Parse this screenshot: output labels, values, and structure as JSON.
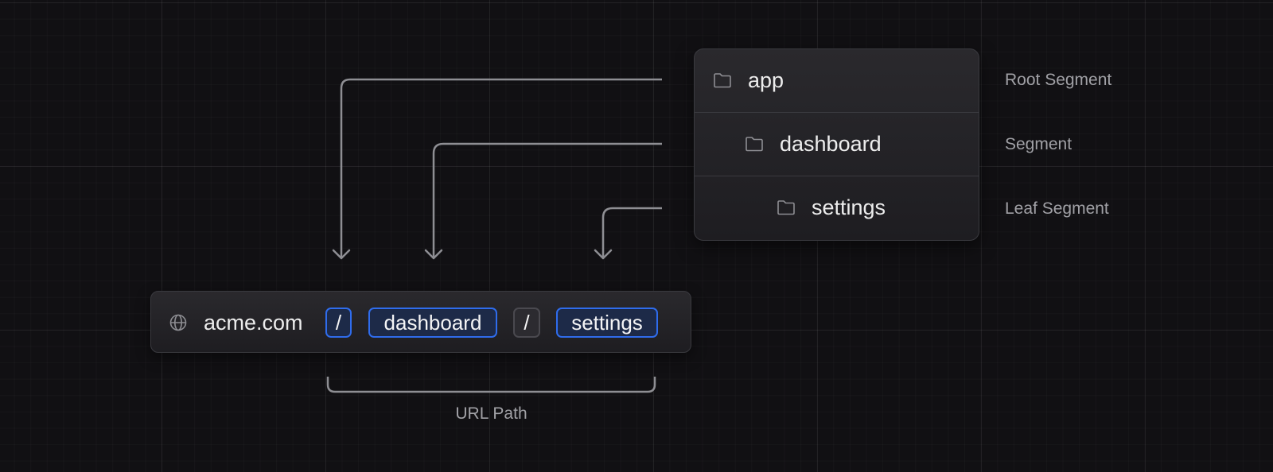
{
  "url_bar": {
    "icon": "globe-icon",
    "domain": "acme.com",
    "segments": [
      "/",
      "dashboard",
      "/",
      "settings"
    ]
  },
  "folders": [
    {
      "icon": "folder-icon",
      "label": "app",
      "description": "Root Segment"
    },
    {
      "icon": "folder-icon",
      "label": "dashboard",
      "description": "Segment"
    },
    {
      "icon": "folder-icon",
      "label": "settings",
      "description": "Leaf Segment"
    }
  ],
  "path_label": "URL Path",
  "colors": {
    "background": "#111013",
    "highlight_border": "#2f6cec",
    "connector": "#8e8e93",
    "label_text": "#a1a1a6"
  }
}
